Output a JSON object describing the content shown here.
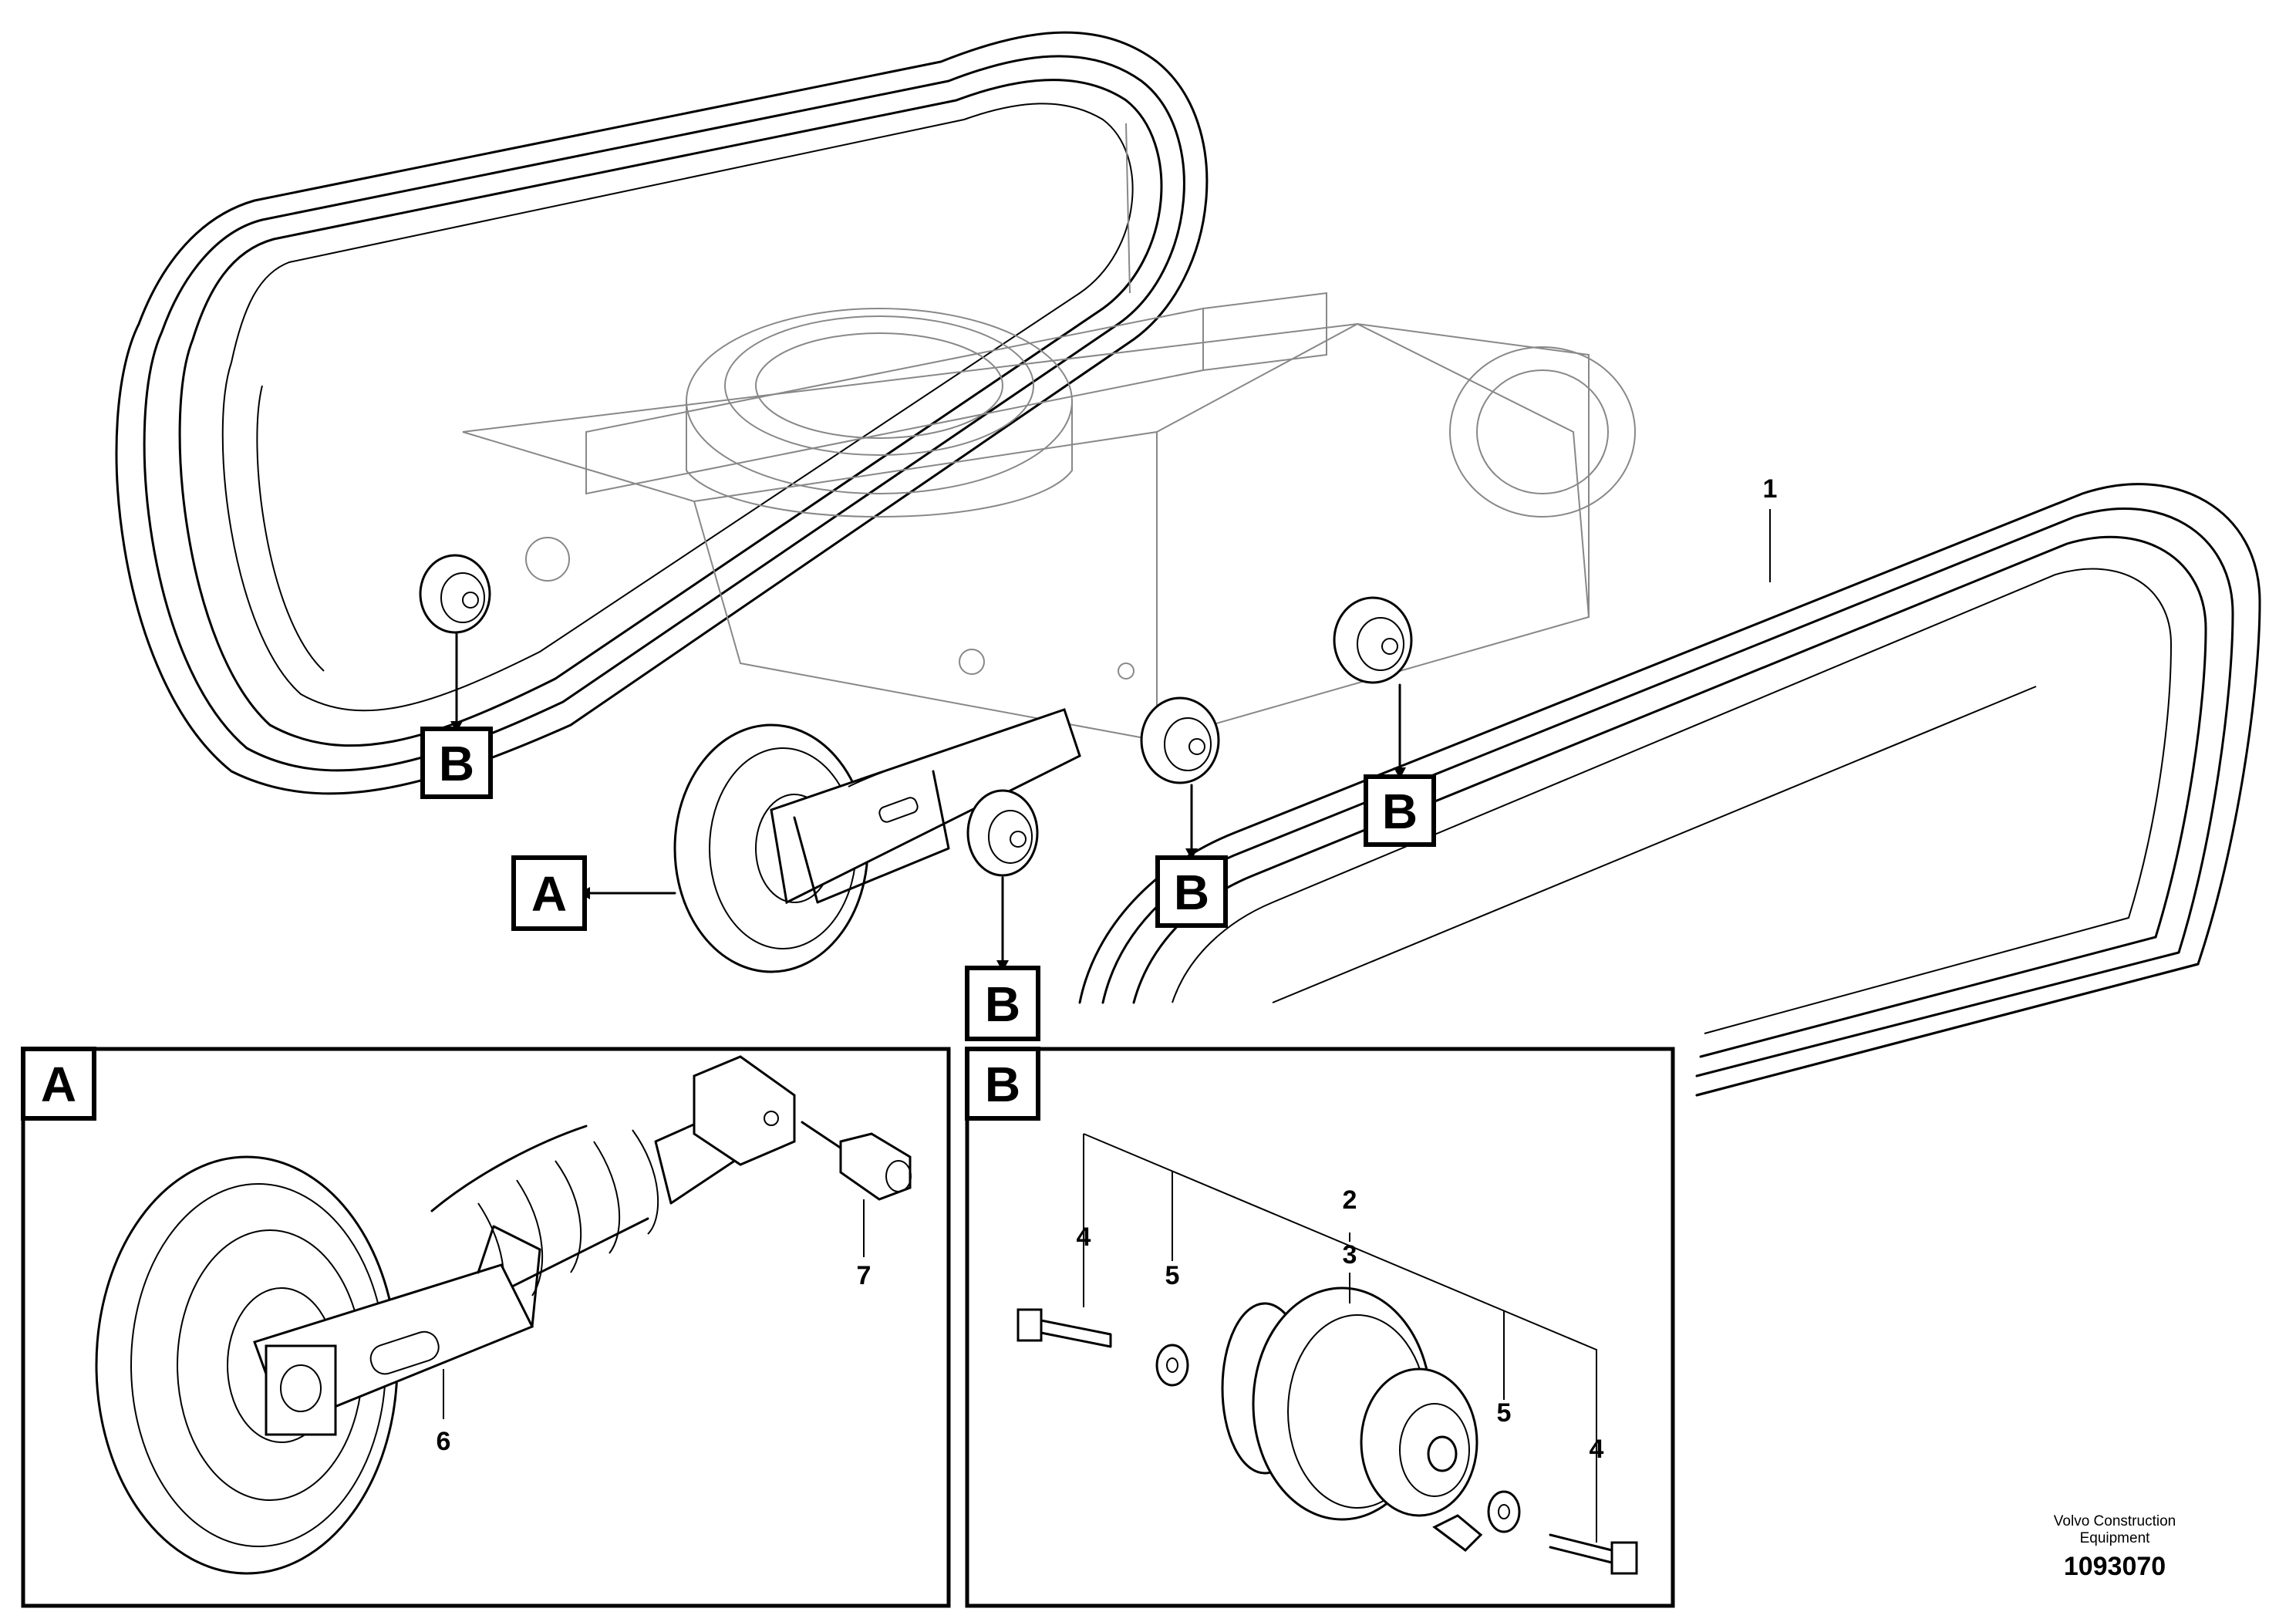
{
  "callouts": {
    "detail_a": "A",
    "detail_b": "B"
  },
  "part_numbers": {
    "p1": "1",
    "p2": "2",
    "p3": "3",
    "p4": "4",
    "p5": "5",
    "p6": "6",
    "p7": "7"
  },
  "footer": {
    "company": "Volvo Construction Equipment",
    "document_number": "1093070"
  }
}
